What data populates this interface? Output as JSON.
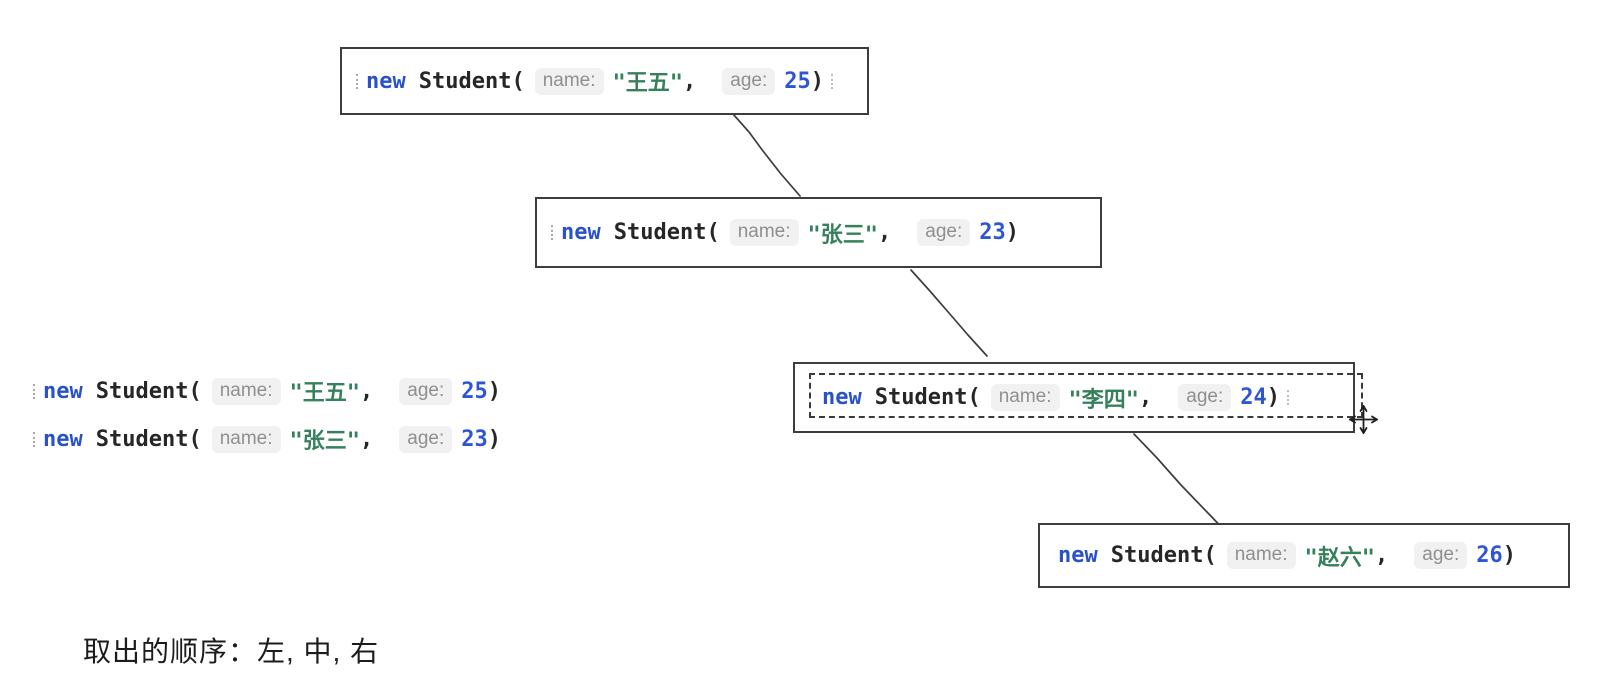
{
  "colors": {
    "keyword_blue": "#2a52c8",
    "number_blue": "#2e56d4",
    "string_green": "#35815b",
    "hint_text_gray": "#8f8f8f",
    "hint_bg_gray": "#f1f1f1",
    "box_border": "#3d3d3d",
    "code_text": "#262626"
  },
  "nodes": [
    {
      "keyword": "new",
      "callee": "Student(",
      "name_hint": "name:",
      "name_value": "\"王五\"",
      "comma": ",",
      "age_hint": "age:",
      "age_value": "25",
      "close": ")",
      "selected": false
    },
    {
      "keyword": "new",
      "callee": "Student(",
      "name_hint": "name:",
      "name_value": "\"张三\"",
      "comma": ",",
      "age_hint": "age:",
      "age_value": "23",
      "close": ")",
      "selected": false
    },
    {
      "keyword": "new",
      "callee": "Student(",
      "name_hint": "name:",
      "name_value": "\"李四\"",
      "comma": ",",
      "age_hint": "age:",
      "age_value": "24",
      "close": ")",
      "selected": true
    },
    {
      "keyword": "new",
      "callee": "Student(",
      "name_hint": "name:",
      "name_value": "\"赵六\"",
      "comma": ",",
      "age_hint": "age:",
      "age_value": "26",
      "close": ")",
      "selected": false
    }
  ],
  "extracted": [
    {
      "keyword": "new",
      "callee": "Student(",
      "name_hint": "name:",
      "name_value": "\"王五\"",
      "comma": ",",
      "age_hint": "age:",
      "age_value": "25",
      "close": ")"
    },
    {
      "keyword": "new",
      "callee": "Student(",
      "name_hint": "name:",
      "name_value": "\"张三\"",
      "comma": ",",
      "age_hint": "age:",
      "age_value": "23",
      "close": ")"
    }
  ],
  "caption": {
    "text": "取出的顺序：左, 中, 右"
  },
  "cursor": {
    "icon_name": "move-crosshair-cursor"
  }
}
